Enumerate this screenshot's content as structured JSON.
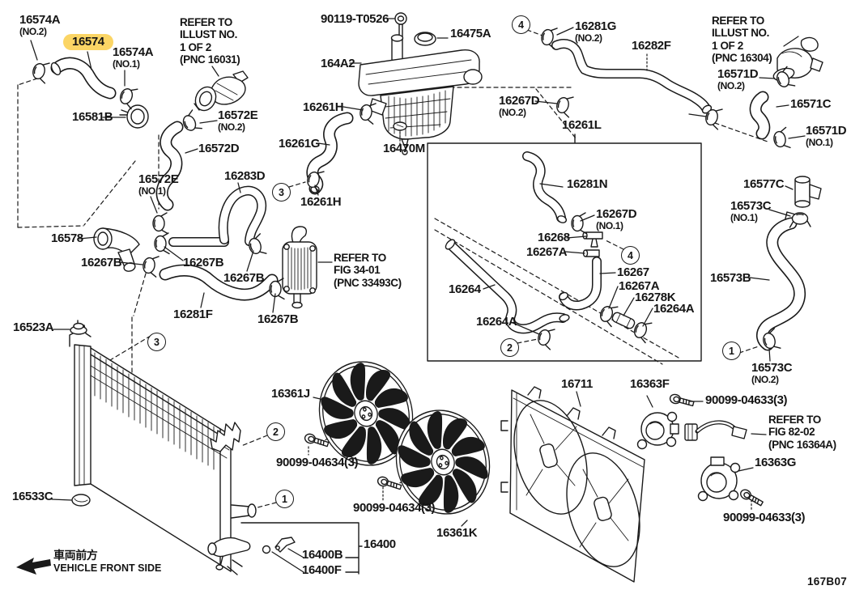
{
  "figure": {
    "code": "167B07",
    "front_side_jp": "車両前方",
    "front_side_en": "VEHICLE FRONT SIDE",
    "highlight_color": "#fbd565"
  },
  "labels": [
    {
      "t": "16574A",
      "s": "(NO.2)"
    },
    {
      "t": "16574"
    },
    {
      "t": "16574A",
      "s": "(NO.1)"
    },
    {
      "t": "REFER TO",
      "s": "ILLUST NO.",
      "s2": "1 OF 2",
      "s3": "(PNC 16031)"
    },
    {
      "t": "90119-T0526"
    },
    {
      "t": "16475A"
    },
    {
      "t": "164A2"
    },
    {
      "t": "16281G",
      "s": "(NO.2)"
    },
    {
      "t": "16282F"
    },
    {
      "t": "REFER TO",
      "s": "ILLUST NO.",
      "s2": "1 OF 2",
      "s3": "(PNC 16304)"
    },
    {
      "t": "16571D",
      "s": "(NO.2)"
    },
    {
      "t": "16571C"
    },
    {
      "t": "16571D",
      "s": "(NO.1)"
    },
    {
      "t": "16581B"
    },
    {
      "t": "16572E",
      "s": "(NO.2)"
    },
    {
      "t": "16572D"
    },
    {
      "t": "16261H"
    },
    {
      "t": "16267D",
      "s": "(NO.2)"
    },
    {
      "t": "16261L"
    },
    {
      "t": "16261G"
    },
    {
      "t": "16470M"
    },
    {
      "t": "16572E",
      "s": "(NO.1)"
    },
    {
      "t": "16283D"
    },
    {
      "t": "16261H"
    },
    {
      "t": "16281N"
    },
    {
      "t": "16577C"
    },
    {
      "t": "16573C",
      "s": "(NO.1)"
    },
    {
      "t": "16267D",
      "s": "(NO.1)"
    },
    {
      "t": "16578"
    },
    {
      "t": "16268"
    },
    {
      "t": "16267A"
    },
    {
      "t": "16267B"
    },
    {
      "t": "16267B"
    },
    {
      "t": "REFER TO",
      "s": "FIG 34-01",
      "s2": "(PNC 33493C)"
    },
    {
      "t": "16267"
    },
    {
      "t": "16267B"
    },
    {
      "t": "16573B"
    },
    {
      "t": "16264"
    },
    {
      "t": "16267A"
    },
    {
      "t": "16278K"
    },
    {
      "t": "16264A"
    },
    {
      "t": "16281F"
    },
    {
      "t": "16267B"
    },
    {
      "t": "16264A"
    },
    {
      "t": "16523A"
    },
    {
      "t": "16573C",
      "s": "(NO.2)"
    },
    {
      "t": "16361J"
    },
    {
      "t": "16711"
    },
    {
      "t": "16363F"
    },
    {
      "t": "90099-04633(3)"
    },
    {
      "t": "REFER TO",
      "s": "FIG 82-02",
      "s2": "(PNC 16364A)"
    },
    {
      "t": "90099-04634(3)"
    },
    {
      "t": "16363G"
    },
    {
      "t": "16533C"
    },
    {
      "t": "90099-04634(3)"
    },
    {
      "t": "90099-04633(3)"
    },
    {
      "t": "16361K"
    },
    {
      "t": "16400"
    },
    {
      "t": "16400B"
    },
    {
      "t": "16400F"
    }
  ],
  "callouts": [
    {
      "n": "4"
    },
    {
      "n": "4"
    },
    {
      "n": "3"
    },
    {
      "n": "3"
    },
    {
      "n": "2"
    },
    {
      "n": "2"
    },
    {
      "n": "1"
    },
    {
      "n": "1"
    }
  ]
}
